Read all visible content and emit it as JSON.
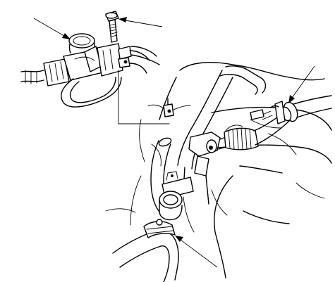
{
  "figure": {
    "kind": "exploded technical line drawing",
    "callouts": [
      {
        "id": "solenoid-valve",
        "label": ""
      },
      {
        "id": "mounting-bolt",
        "label": ""
      },
      {
        "id": "hose-clamp-right",
        "label": ""
      },
      {
        "id": "hose-clamp-bottom",
        "label": ""
      }
    ],
    "colors": {
      "line": "#000000",
      "background": "#ffffff"
    }
  }
}
